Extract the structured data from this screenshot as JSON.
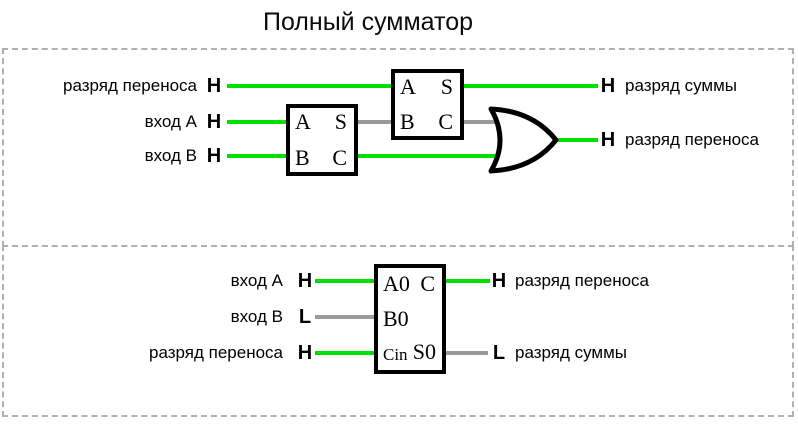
{
  "title": "Полный сумматор",
  "colors": {
    "wire-high": "#00e000",
    "wire-low": "#9a9a9a",
    "frame": "#b0b0b0",
    "chip-border": "#000000"
  },
  "top": {
    "inputs": [
      {
        "label": "разряд переноса",
        "level": "H"
      },
      {
        "label": "вход A",
        "level": "H"
      },
      {
        "label": "вход B",
        "level": "H"
      }
    ],
    "half_adder1": {
      "in_a": "A",
      "in_b": "B",
      "out_s": "S",
      "out_c": "C"
    },
    "half_adder2": {
      "in_a": "A",
      "in_b": "B",
      "out_s": "S",
      "out_c": "C"
    },
    "outputs": [
      {
        "level": "H",
        "label": "разряд суммы"
      },
      {
        "level": "H",
        "label": "разряд переноса"
      }
    ]
  },
  "bottom": {
    "inputs": [
      {
        "label": "вход A",
        "level": "H"
      },
      {
        "label": "вход B",
        "level": "L"
      },
      {
        "label": "разряд переноса",
        "level": "H"
      }
    ],
    "adder": {
      "pin_a": "A0",
      "pin_b": "B0",
      "pin_cin": "Cin",
      "pin_c": "C",
      "pin_s": "S0"
    },
    "outputs": [
      {
        "level": "H",
        "label": "разряд переноса"
      },
      {
        "level": "L",
        "label": "разряд суммы"
      }
    ]
  }
}
